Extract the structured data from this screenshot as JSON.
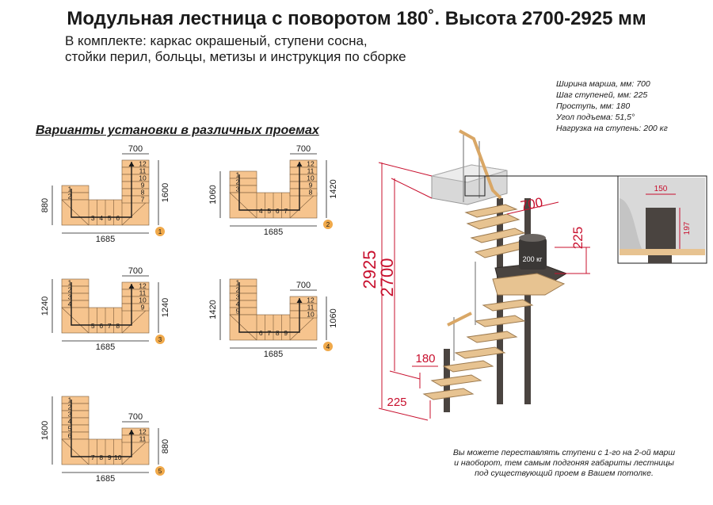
{
  "header": {
    "title": "Модульная лестница с поворотом 180˚. Высота 2700-2925 мм",
    "subtitle_line1": "В комплекте: каркас окрашеный, ступени сосна,",
    "subtitle_line2": "стойки перил, больцы, метизы и инструкция по сборке"
  },
  "variants_title": "Варианты установки в различных проемах",
  "specs": {
    "line1": "Ширина марша, мм: 700",
    "line2": "Шаг ступеней, мм: 225",
    "line3": "Проступь, мм: 180",
    "line4": "Угол подъема: 51,5°",
    "line5": "Нагрузка на ступень: 200 кг"
  },
  "note": {
    "line1": "Вы можете переставлять ступени с 1-го на 2-ой марш",
    "line2": "и наоборот, тем самым подгоняя габариты лестницы",
    "line3": "под существующий проем в Вашем потолке."
  },
  "plans": [
    {
      "badge": "1",
      "width": "1685",
      "left_dim": "880",
      "right_dim": "1600",
      "top_dim": "700",
      "left_steps": [
        "1",
        "2"
      ],
      "bottom_steps": [
        "3",
        "4",
        "5",
        "6"
      ],
      "right_steps": [
        "12",
        "11",
        "10",
        "9",
        "8",
        "7"
      ]
    },
    {
      "badge": "2",
      "width": "1685",
      "left_dim": "1060",
      "right_dim": "1420",
      "top_dim": "700",
      "left_steps": [
        "1",
        "2",
        "3"
      ],
      "bottom_steps": [
        "4",
        "5",
        "6",
        "7"
      ],
      "right_steps": [
        "12",
        "11",
        "10",
        "9",
        "8"
      ]
    },
    {
      "badge": "3",
      "width": "1685",
      "left_dim": "1240",
      "right_dim": "1240",
      "top_dim": "700",
      "left_steps": [
        "1",
        "2",
        "3",
        "4"
      ],
      "bottom_steps": [
        "5",
        "6",
        "7",
        "8"
      ],
      "right_steps": [
        "12",
        "11",
        "10",
        "9"
      ]
    },
    {
      "badge": "4",
      "width": "1685",
      "left_dim": "1420",
      "right_dim": "1060",
      "top_dim": "700",
      "left_steps": [
        "1",
        "2",
        "3",
        "4",
        "5"
      ],
      "bottom_steps": [
        "6",
        "7",
        "8",
        "9"
      ],
      "right_steps": [
        "12",
        "11",
        "10"
      ]
    },
    {
      "badge": "5",
      "width": "1685",
      "left_dim": "1600",
      "right_dim": "880",
      "top_dim": "700",
      "left_steps": [
        "1",
        "2",
        "3",
        "4",
        "5",
        "6"
      ],
      "bottom_steps": [
        "7",
        "8",
        "9",
        "10"
      ],
      "right_steps": [
        "12",
        "11"
      ]
    }
  ],
  "render3d": {
    "dim_total": "2925",
    "dim_height": "2700",
    "dim_width": "700",
    "dim_step": "225",
    "dim_tread": "180",
    "dim_bottom": "225",
    "weight_label": "200 кг",
    "detail_w": "150",
    "detail_h": "197"
  },
  "colors": {
    "step_fill": "#f6c48e",
    "step_stroke": "#7a5a3a",
    "dim_red": "#c8102e",
    "badge_fill": "#f0a94a",
    "wood": "#e7c391",
    "metal": "#4a4440"
  }
}
